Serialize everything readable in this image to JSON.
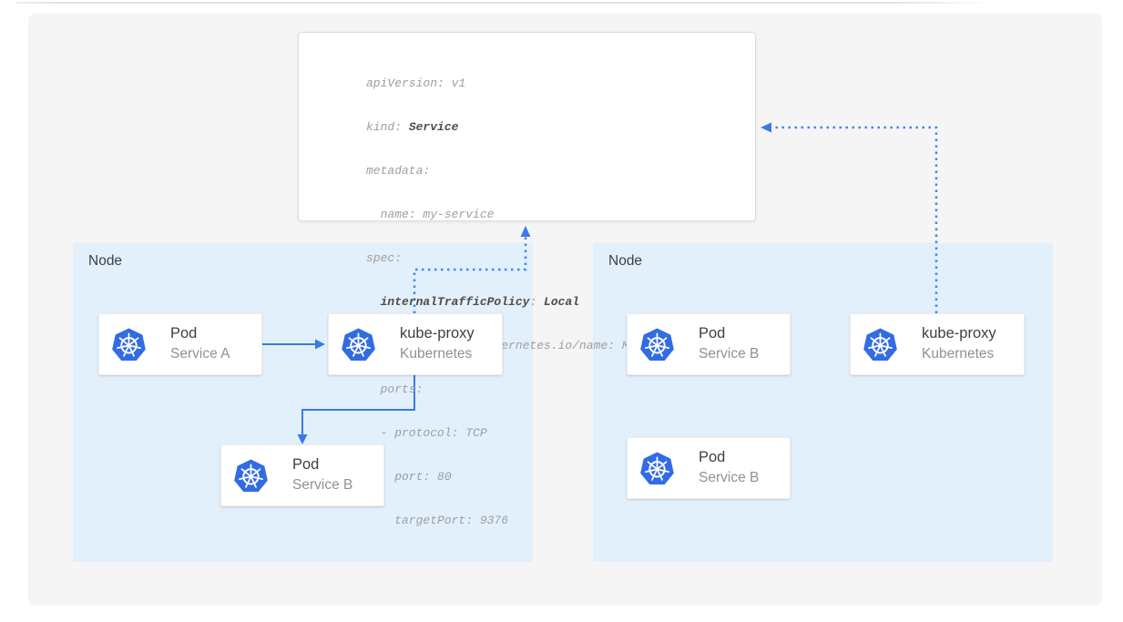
{
  "yaml": {
    "l1": "apiVersion: v1",
    "l2a": "kind: ",
    "l2b": "Service",
    "l3": "metadata:",
    "l4": "  name: my-service",
    "l5": "spec:",
    "l6a": "  ",
    "l6b": "internalTrafficPolicy",
    "l6c": ": ",
    "l6d": "Local",
    "l7": "  selector: app.kubernetes.io/name: MyApp",
    "l8": "  ports:",
    "l9": "  - protocol: TCP",
    "l10": "    port: 80",
    "l11": "    targetPort: 9376"
  },
  "nodes": {
    "left": {
      "label": "Node",
      "cards": {
        "pod_a": {
          "icon": "kubernetes-icon",
          "title": "Pod",
          "subtitle": "Service A"
        },
        "kube_proxy": {
          "icon": "kubernetes-icon",
          "title": "kube-proxy",
          "subtitle": "Kubernetes"
        },
        "pod_b": {
          "icon": "kubernetes-icon",
          "title": "Pod",
          "subtitle": "Service B"
        }
      }
    },
    "right": {
      "label": "Node",
      "cards": {
        "pod_b1": {
          "icon": "kubernetes-icon",
          "title": "Pod",
          "subtitle": "Service B"
        },
        "kube_proxy": {
          "icon": "kubernetes-icon",
          "title": "kube-proxy",
          "subtitle": "Kubernetes"
        },
        "pod_b2": {
          "icon": "kubernetes-icon",
          "title": "Pod",
          "subtitle": "Service B"
        }
      }
    }
  },
  "colors": {
    "canvas_fill": "#f5f5f6",
    "node_fill": "#e2f0fc",
    "arrow_blue": "#3b78e8",
    "dot_blue": "#4285f4",
    "kubernetes_blue": "#326ce5",
    "code_plain": "#9e9e9e",
    "code_bold": "#4d4d4d",
    "title_text": "#3c4043",
    "subtitle_text": "#8d9297"
  }
}
